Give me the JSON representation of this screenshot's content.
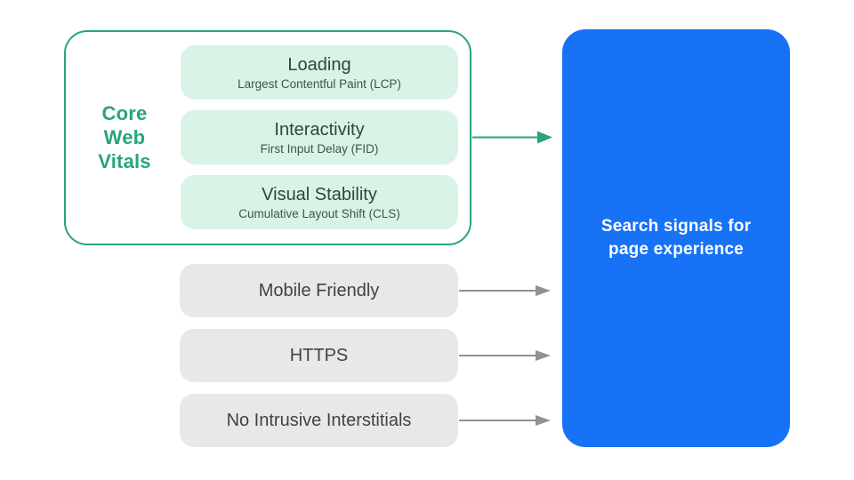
{
  "colors": {
    "green": "#28a47c",
    "green_light": "#d9f3e7",
    "green_title": "#2e463c",
    "green_sub": "#3d564b",
    "gray_fill": "#e8e8e8",
    "gray_text": "#3f4347",
    "arrow_gray": "#8d9297",
    "blue": "#1772f6",
    "white_text": "#ffffff"
  },
  "core_web_vitals": {
    "label": "Core Web Vitals",
    "cards": [
      {
        "title": "Loading",
        "subtitle": "Largest Contentful Paint (LCP)"
      },
      {
        "title": "Interactivity",
        "subtitle": "First Input Delay (FID)"
      },
      {
        "title": "Visual Stability",
        "subtitle": "Cumulative Layout Shift (CLS)"
      }
    ]
  },
  "other_signals": [
    {
      "label": "Mobile Friendly"
    },
    {
      "label": "HTTPS"
    },
    {
      "label": "No Intrusive Interstitials"
    }
  ],
  "result": {
    "label": "Search signals for page experience"
  }
}
